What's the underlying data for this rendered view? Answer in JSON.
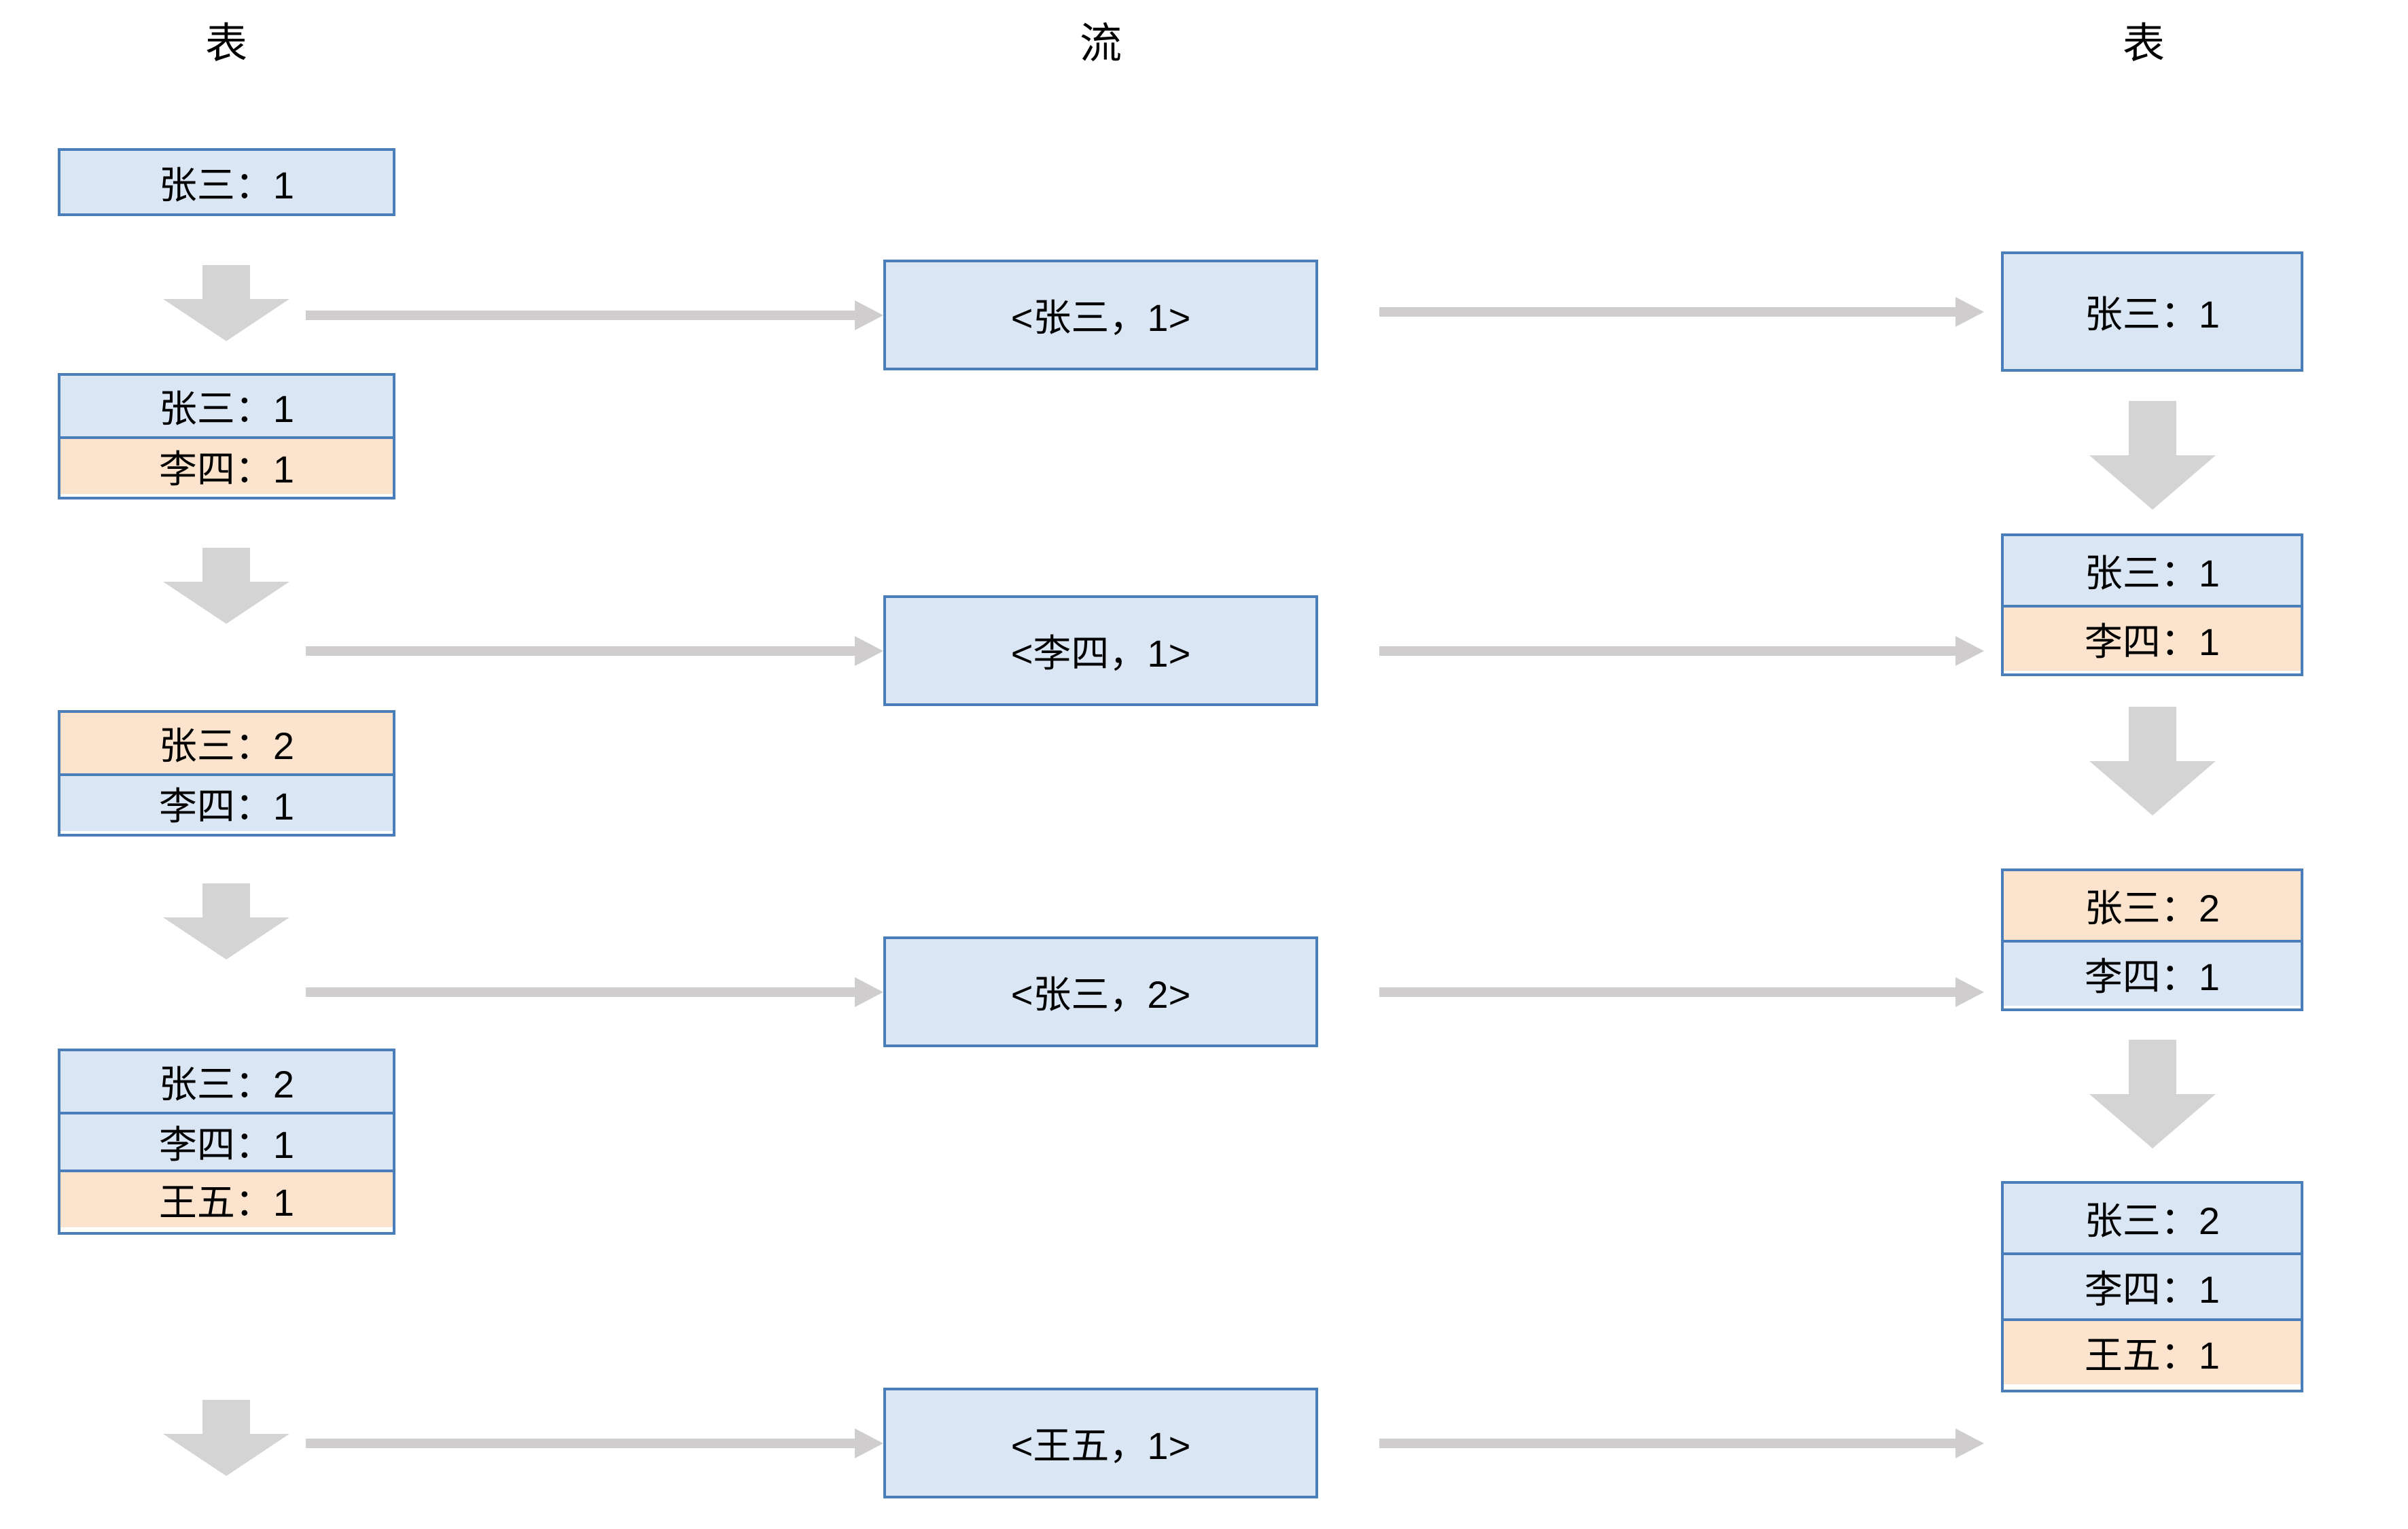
{
  "columns": {
    "left_header": "表",
    "middle_header": "流",
    "right_header": "表"
  },
  "colors": {
    "cell_blue": "#dbe6f5",
    "cell_orange": "#fbe3cd",
    "cell_border": "#4a7ebb",
    "arrow_gray": "#d4d4d4",
    "thin_arrow_gray": "#cfcdcd",
    "text": "#000000",
    "background": "#ffffff"
  },
  "left_table_states": [
    {
      "rows": [
        {
          "label": "张三：1",
          "highlight": "blue"
        }
      ]
    },
    {
      "rows": [
        {
          "label": "张三：1",
          "highlight": "blue"
        },
        {
          "label": "李四：1",
          "highlight": "orange"
        }
      ]
    },
    {
      "rows": [
        {
          "label": "张三：2",
          "highlight": "orange"
        },
        {
          "label": "李四：1",
          "highlight": "blue"
        }
      ]
    },
    {
      "rows": [
        {
          "label": "张三：2",
          "highlight": "blue"
        },
        {
          "label": "李四：1",
          "highlight": "blue"
        },
        {
          "label": "王五：1",
          "highlight": "orange"
        }
      ]
    }
  ],
  "stream_events": [
    {
      "label": "<张三，1>"
    },
    {
      "label": "<李四，1>"
    },
    {
      "label": "<张三，2>"
    },
    {
      "label": "<王五，1>"
    }
  ],
  "right_table_states": [
    {
      "rows": [
        {
          "label": "张三：1",
          "highlight": "blue"
        }
      ]
    },
    {
      "rows": [
        {
          "label": "张三：1",
          "highlight": "blue"
        },
        {
          "label": "李四：1",
          "highlight": "orange"
        }
      ]
    },
    {
      "rows": [
        {
          "label": "张三：2",
          "highlight": "orange"
        },
        {
          "label": "李四：1",
          "highlight": "blue"
        }
      ]
    },
    {
      "rows": [
        {
          "label": "张三：2",
          "highlight": "blue"
        },
        {
          "label": "李四：1",
          "highlight": "blue"
        },
        {
          "label": "王五：1",
          "highlight": "orange"
        }
      ]
    }
  ]
}
